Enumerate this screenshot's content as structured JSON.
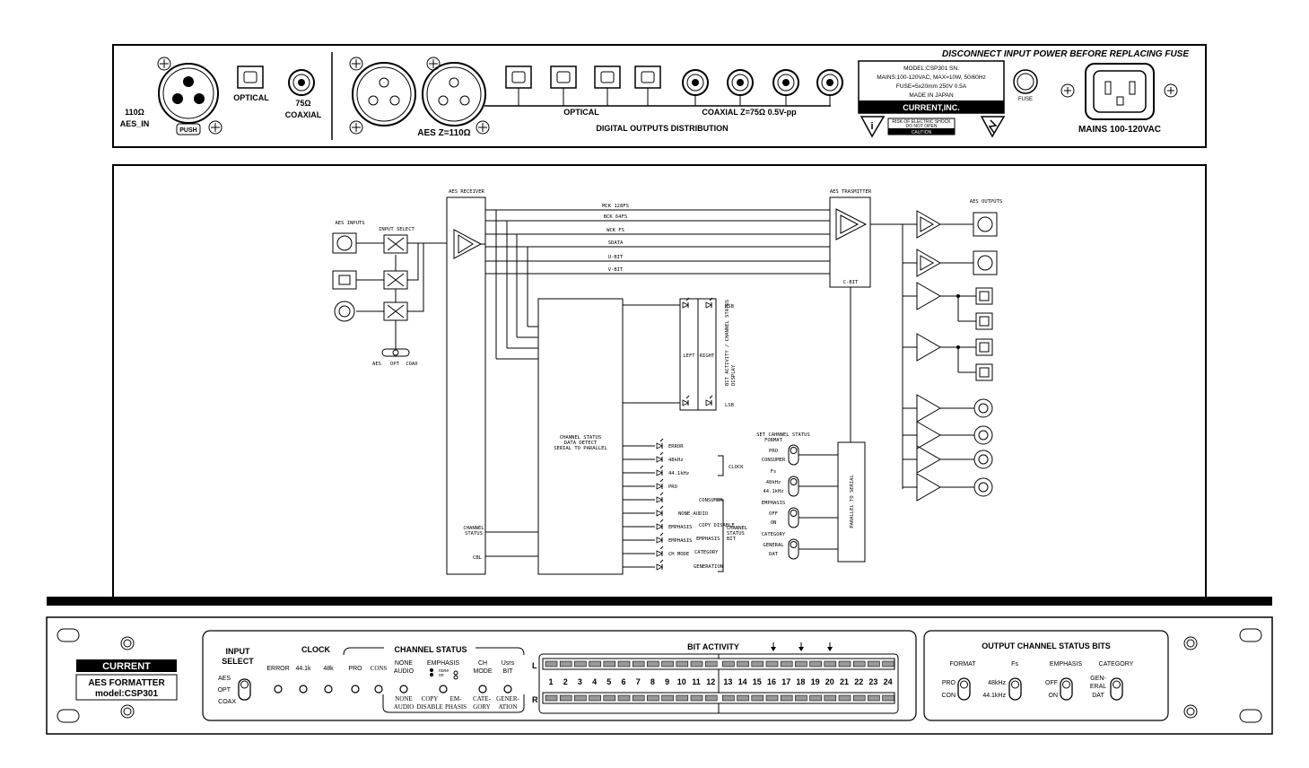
{
  "rear": {
    "warning": "DISCONNECT INPUT POWER BEFORE REPLACING FUSE",
    "mains": "MAINS 100-120VAC",
    "fuse": "FUSE",
    "label_lines": [
      "MODEL:CSP301 SN.",
      "MAINS:100-120VAC, MAX=10W, 50/60Hz",
      "FUSE=5x20mm 250V 0.5A",
      "MADE IN JAPAN"
    ],
    "brand": "CURRENT,INC.",
    "caution_title": "CAUTION",
    "caution_lines": [
      "RISK OF ELECTRIC SHOCK",
      "DO NOT OPEN"
    ],
    "coax_out": "COAXIAL Z=75Ω 0.5V-pp",
    "optical_out": "OPTICAL",
    "dist": "DIGITAL OUTPUTS DISTRIBUTION",
    "aes_out": "AES Z=110Ω",
    "coax_in_1": "COAXIAL",
    "coax_in_2": "75Ω",
    "optical_in": "OPTICAL",
    "aes_in_1": "AES_IN",
    "aes_in_2": "110Ω",
    "push": "PUSH"
  },
  "block": {
    "aes_inputs": "AES INPUTS",
    "input_select": "INPUT SELECT",
    "sel_labels": [
      "AES",
      "OPT",
      "COAX"
    ],
    "aes_receiver": "AES RECEIVER",
    "aes_transmitter": "AES TRASMITTER",
    "aes_outputs": "AES OUTPUTS",
    "buses": [
      "MCK 128FS",
      "BCK 64FS",
      "WCK FS",
      "SDATA",
      "U-BIT",
      "V-BIT"
    ],
    "cbit": "C-BIT",
    "left": "LEFT",
    "right": "RIGHT",
    "msb": "MSB",
    "lsb": "LSB",
    "bit_display": "BIT ACTIVITY / CHANNEL STATUS",
    "display": "DISPLAY",
    "cs_detect": [
      "CHANNEL STATUS",
      "DATA DETECT",
      "SERIAL TO PARALLEL"
    ],
    "ch_status": [
      "CHANNEL",
      "STATUS"
    ],
    "cbl": "CBL",
    "leds": [
      "ERROR",
      "48kHz",
      "44.1kHz",
      "PRO",
      "NONE_AUDIO",
      "EMPHASIS",
      "EMPHASIS",
      "CH MODE"
    ],
    "clock": "CLOCK",
    "cs_right": [
      "CONSUMER",
      "COPY DISABLE",
      "EMPHASIS",
      "CATEGORY",
      "GENERATION"
    ],
    "cs_bit": [
      "CHANNEL",
      "STATUS",
      "BIT"
    ],
    "set_cs": "SET CAHNNEL STATUS",
    "sw_format": [
      "FORMAT",
      "PRO",
      "CONSUMER"
    ],
    "sw_fs": [
      "Fs",
      "48kHz",
      "44.1kHz"
    ],
    "sw_emph": [
      "EMPHASIS",
      "OFF",
      "ON"
    ],
    "sw_cat": [
      "CATEGORY",
      "GENERAL",
      "DAT"
    ],
    "p2s": "PARALLEL TO SERIAL"
  },
  "front": {
    "brand": "CURRENT",
    "model_1": "AES FORMATTER",
    "model_2": "model:CSP301",
    "input_select_1": "INPUT",
    "input_select_2": "SELECT",
    "inputs": [
      "AES",
      "OPT",
      "COAX"
    ],
    "clock": "CLOCK",
    "clock_leds": [
      "ERROR",
      "44.1k",
      "48k"
    ],
    "channel_status": "CHANNEL STATUS",
    "pro": "PRO",
    "cons": "CONS",
    "none_audio": [
      "NONE",
      "AUDIO"
    ],
    "emphasis": "EMPHASIS",
    "none": "none",
    "on": "on",
    "ch_mode": [
      "CH",
      "MODE"
    ],
    "usrs_bit": [
      "Usrs",
      "BIT"
    ],
    "bottom_labels": [
      [
        "NONE",
        "AUDIO"
      ],
      [
        "COPY",
        "DISABLE"
      ],
      [
        "EM-",
        "PHASIS"
      ],
      [
        "CATE-",
        "GORY"
      ],
      [
        "GENER-",
        "ATION"
      ]
    ],
    "bit_activity": "BIT ACTIVITY",
    "L": "L",
    "R": "R",
    "bits": [
      "1",
      "2",
      "3",
      "4",
      "5",
      "6",
      "7",
      "8",
      "9",
      "10",
      "11",
      "12",
      "13",
      "14",
      "15",
      "16",
      "17",
      "18",
      "19",
      "20",
      "21",
      "22",
      "23",
      "24"
    ],
    "ocsb": "OUTPUT CHANNEL STATUS BITS",
    "format": "FORMAT",
    "fs": "Fs",
    "emph": "EMPHASIS",
    "category": "CATEGORY",
    "format_opts": [
      "PRO",
      "CON"
    ],
    "fs_opts": [
      "48kHz",
      "44.1kHz"
    ],
    "emph_opts": [
      "OFF",
      "ON"
    ],
    "cat_opts": [
      "GEN-",
      "ERAL",
      "DAT"
    ]
  }
}
